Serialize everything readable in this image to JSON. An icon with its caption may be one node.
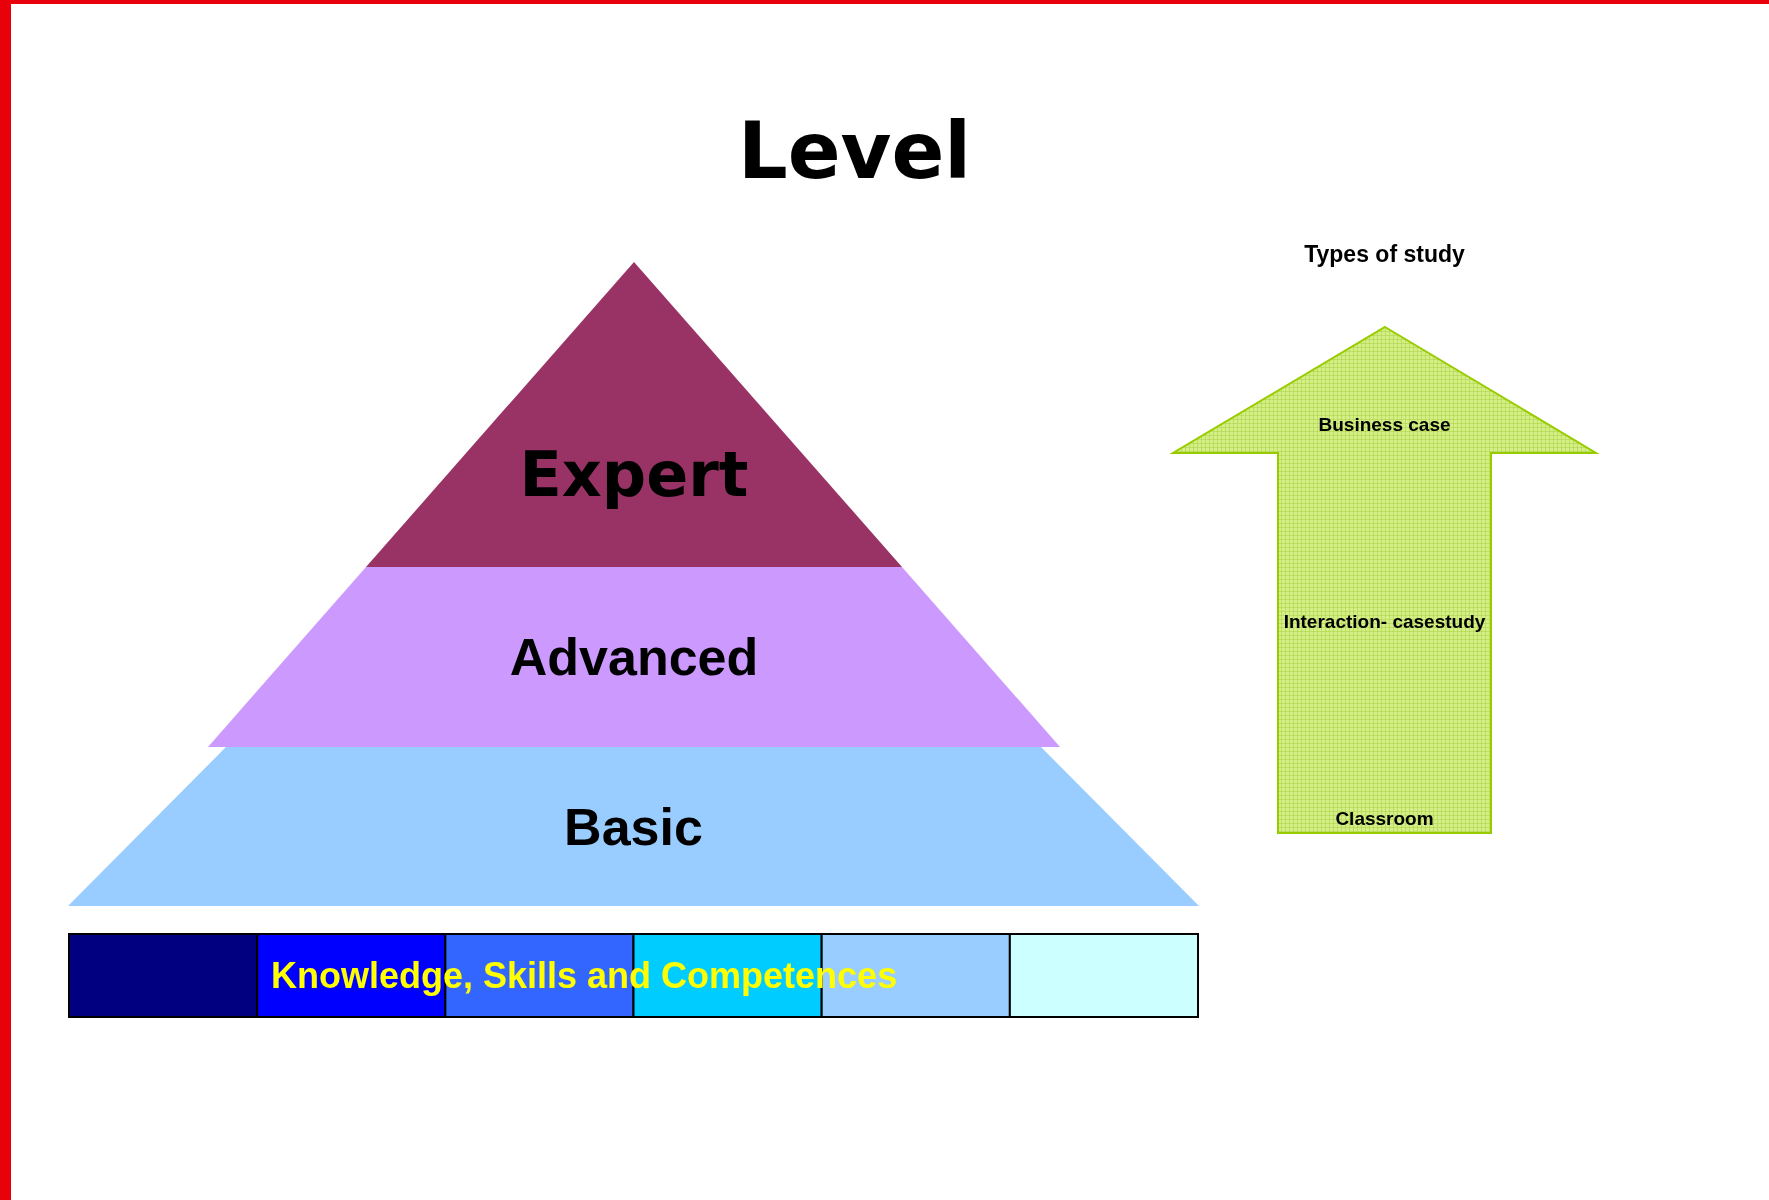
{
  "diagram": {
    "title": "Level",
    "nodes": [
      {
        "text": [
          "Expert"
        ]
      },
      {
        "text": [
          "Advanced"
        ]
      },
      {
        "text": [
          "Basic"
        ]
      },
      {
        "text": [
          "Knowledge, Skills and Competences"
        ]
      },
      {
        "text": [
          "Types of study",
          "Business case",
          "Interaction- casestudy",
          "Classroom"
        ]
      }
    ]
  }
}
